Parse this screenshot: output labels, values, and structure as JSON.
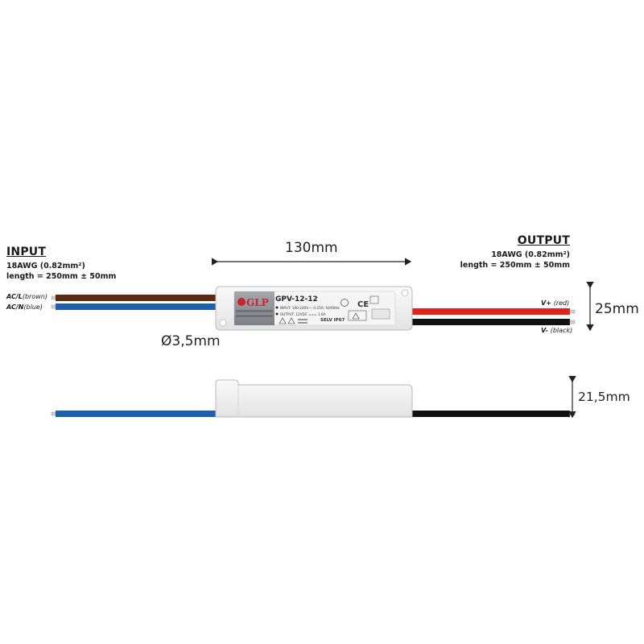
{
  "input": {
    "heading": "INPUT",
    "awg": "18AWG (0.82mm²)",
    "length": "length = 250mm ± 50mm",
    "wire_l": {
      "name": "AC/L",
      "color_note": "(brown)"
    },
    "wire_n": {
      "name": "AC/N",
      "color_note": "(blue)"
    }
  },
  "output": {
    "heading": "OUTPUT",
    "awg": "18AWG (0.82mm²)",
    "length": "length = 250mm ± 50mm",
    "wire_pos": {
      "name": "V+",
      "color_note": "(red)"
    },
    "wire_neg": {
      "name": "V-",
      "color_note": "(black)"
    }
  },
  "dimensions": {
    "length": "130mm",
    "width": "25mm",
    "height": "21,5mm",
    "cable_diameter": "Ø3,5mm"
  },
  "label": {
    "brand": "GLP",
    "model": "GPV-12-12",
    "input_spec": "INPUT: 100-240V~; 0.25A; 50/60Hz",
    "output_spec": "OUTPUT: 12VDC === 1.0A",
    "selv": "SELV IP67"
  },
  "colors": {
    "brown_wire": "#5c2a12",
    "blue_wire": "#1f5fae",
    "red_wire": "#e2231a",
    "black_wire": "#111111",
    "case": "#f3f3f3",
    "label_gray": "#8d9196"
  }
}
